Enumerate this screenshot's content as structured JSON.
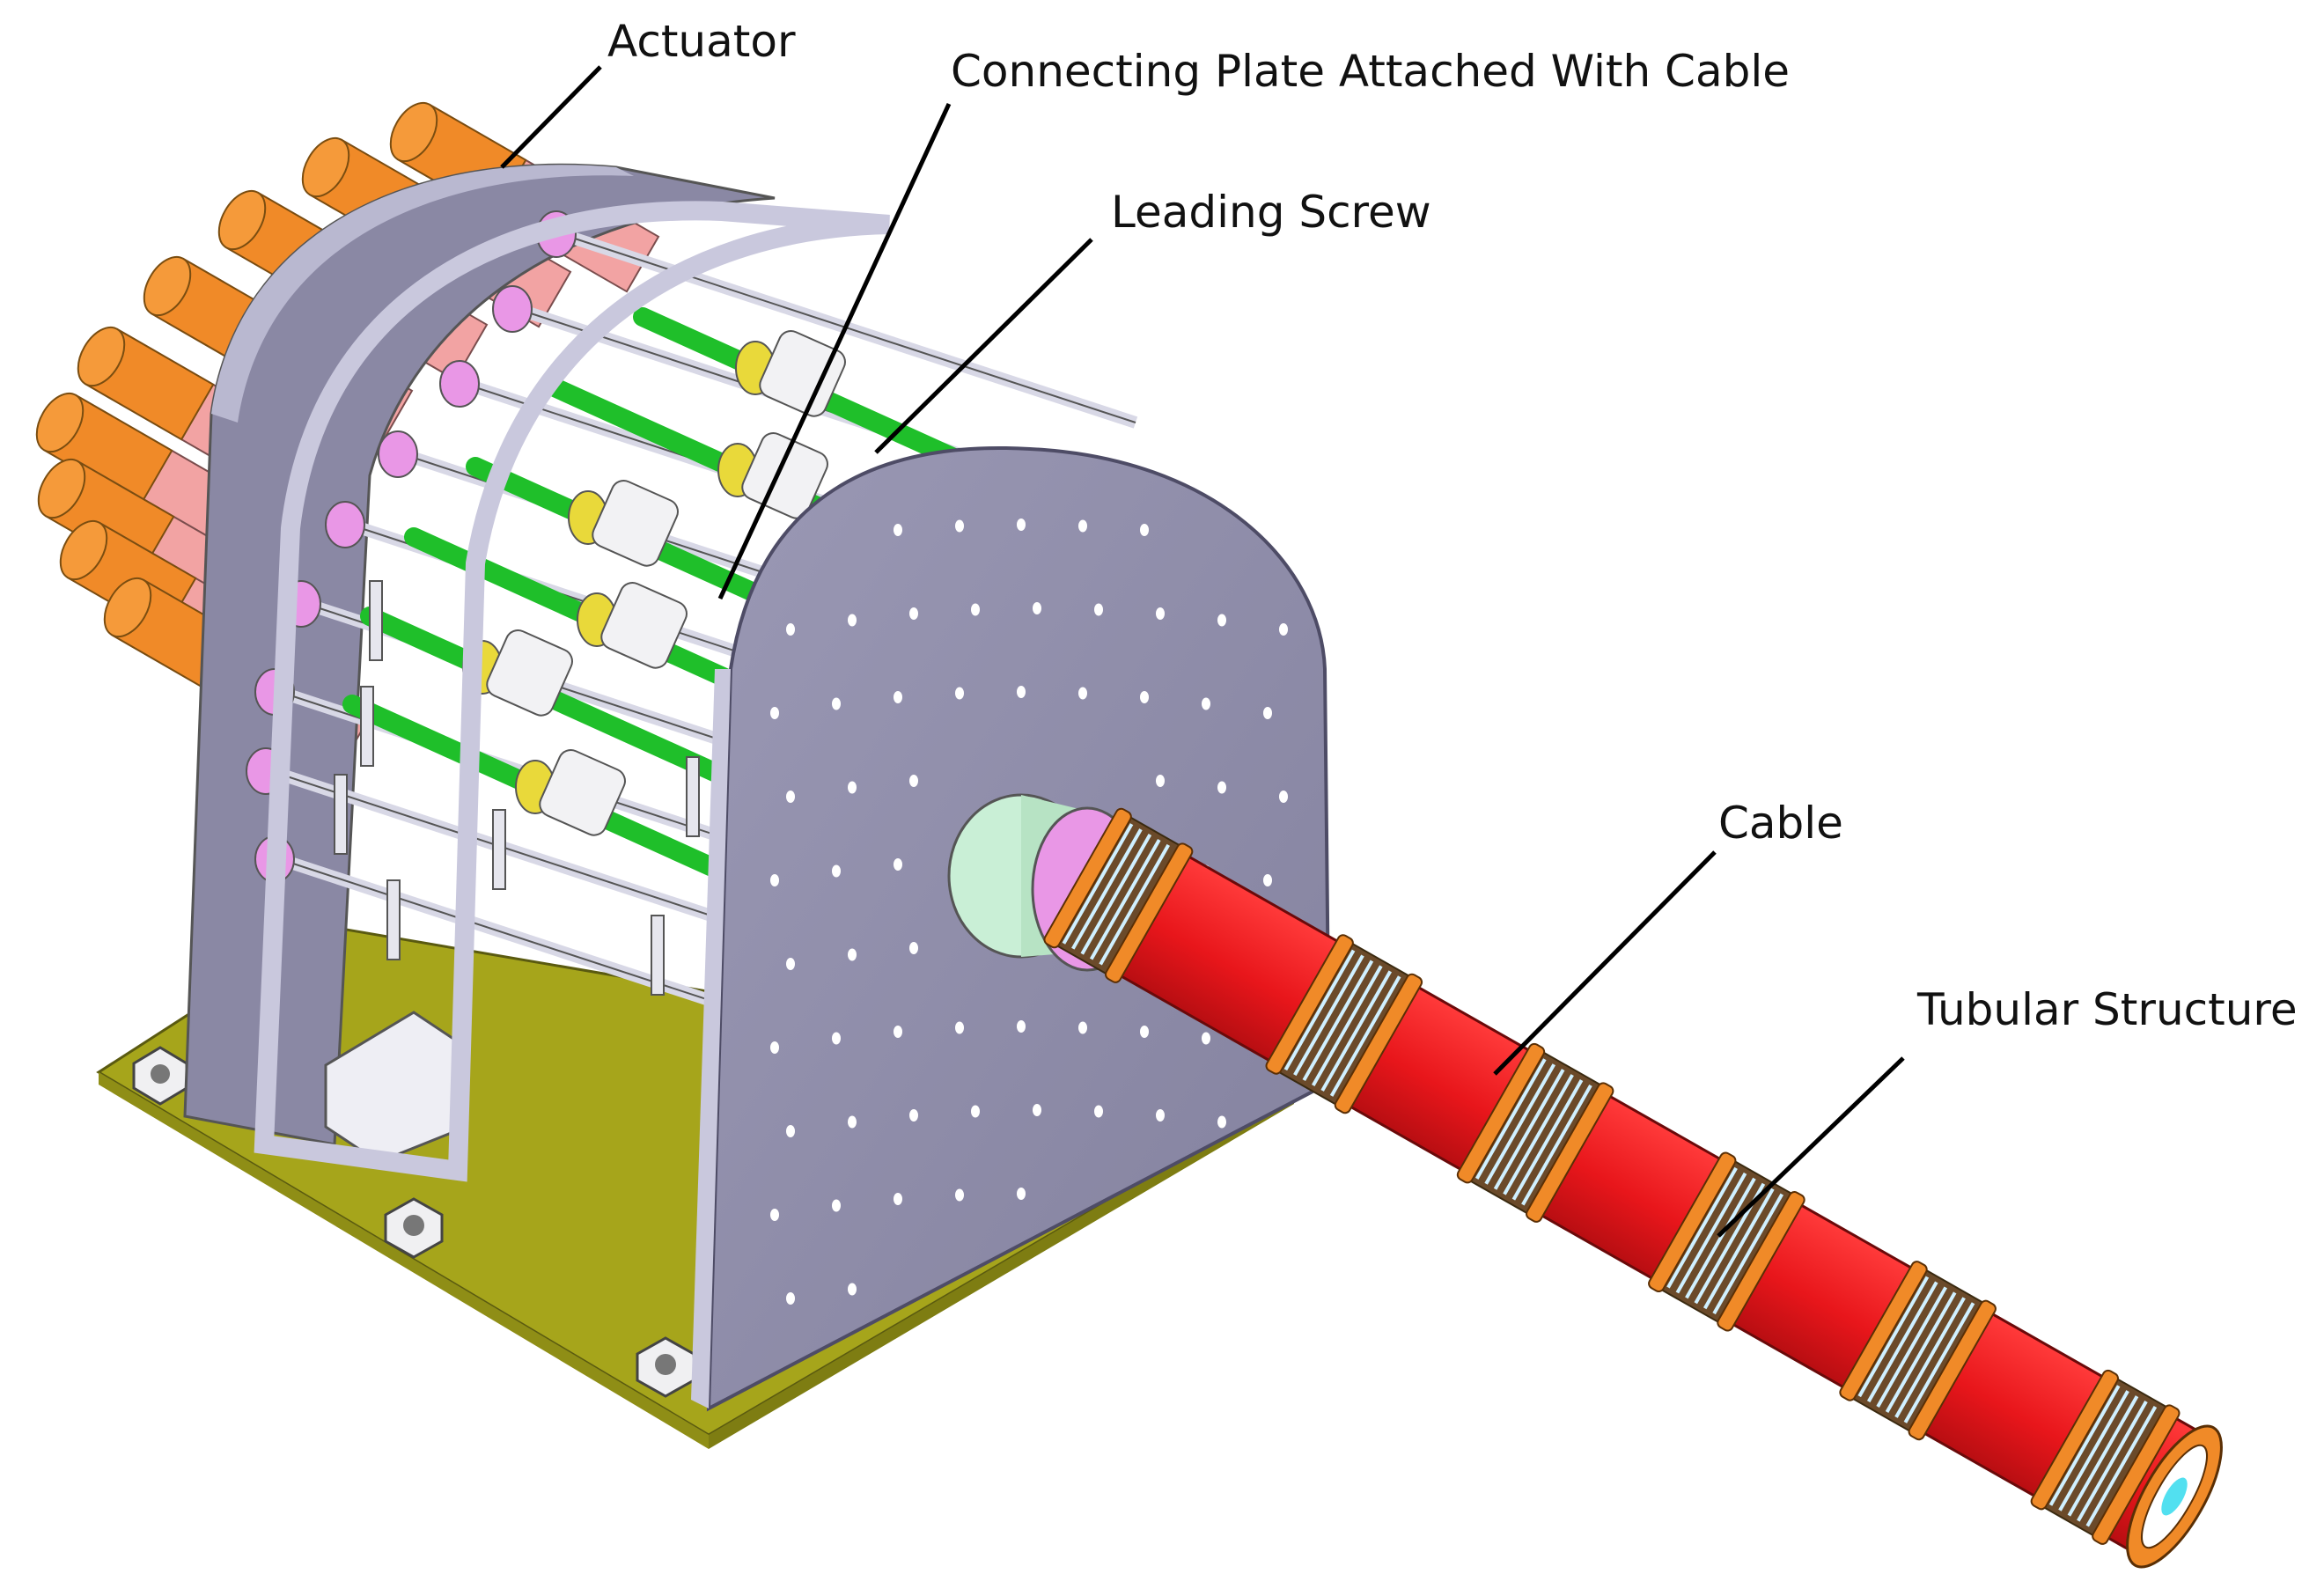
{
  "diagram": {
    "labels": {
      "actuator": "Actuator",
      "connecting_plate": "Connecting Plate Attached With Cable",
      "leading_screw": "Leading Screw",
      "cable": "Cable",
      "tubular_structure": "Tubular Structure"
    },
    "colors": {
      "actuator_tip": "#f08a28",
      "actuator_body": "#f2a3a3",
      "frame": "#8e8ca8",
      "frame_light": "#b7b6cf",
      "screw": "#1fbf2a",
      "base_plate": "#a6a51b",
      "tube": "#e8161b",
      "ring": "#f08a28",
      "mint": "#c9efd6",
      "pink": "#e997e6"
    }
  }
}
